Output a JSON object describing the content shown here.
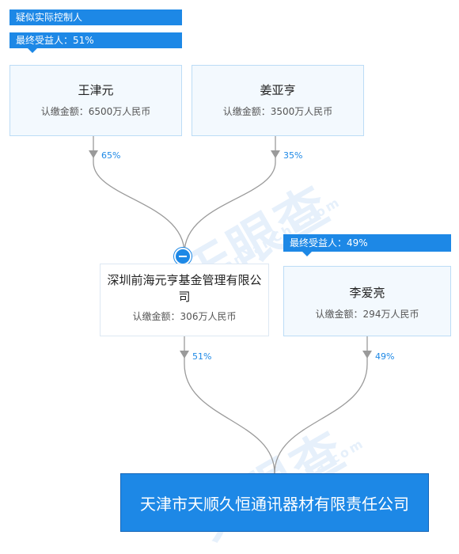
{
  "badges": {
    "controller_tag": "疑似实际控制人",
    "beneficiary_wang": "最终受益人：51%",
    "beneficiary_li": "最终受益人：49%"
  },
  "shareholders": [
    {
      "name": "王津元",
      "capital": "认缴金额：6500万人民币",
      "percent": "65%"
    },
    {
      "name": "姜亚亨",
      "capital": "认缴金额：3500万人民币",
      "percent": "35%"
    },
    {
      "name": "深圳前海元亨基金管理有限公司",
      "capital": "认缴金额：306万人民币",
      "percent": "51%"
    },
    {
      "name": "李爱亮",
      "capital": "认缴金额：294万人民币",
      "percent": "49%"
    }
  ],
  "target_company": "天津市天顺久恒通讯器材有限责任公司",
  "colors": {
    "accent": "#1d88e6",
    "line": "#9a9a9a"
  },
  "icons": {
    "collapse": "minus-circle-icon"
  }
}
